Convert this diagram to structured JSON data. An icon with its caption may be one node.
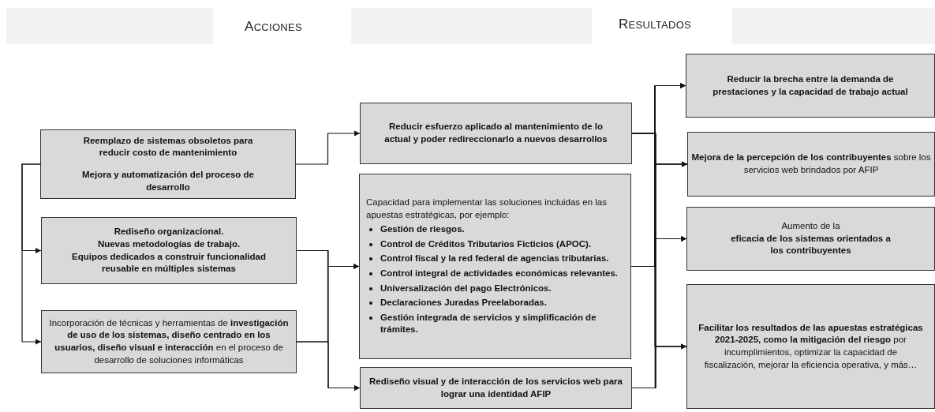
{
  "diagram": {
    "nodes": [
      {
        "text": [
          "Reemplazo de sistemas obsoletos para reducir costo de mantenimiento",
          "Mejora y automatización del proceso de desarrollo"
        ]
      },
      {
        "text": [
          "Rediseño organizacional.",
          "Nuevas metodologías de trabajo.",
          "Equipos dedicados a construir funcionalidad reusable en múltiples sistemas"
        ]
      },
      {
        "text": [
          "Incorporación de técnicas y herramientas de **investigación de uso de los sistemas, diseño centrado en los usuarios, diseño visual e interacción** en el proceso de desarrollo de soluciones informáticas"
        ]
      },
      {
        "text": [
          "Reducir esfuerzo aplicado al mantenimiento de lo actual y poder redireccionarlo a nuevos desarrollos"
        ]
      },
      {
        "text": [
          "Capacidad para implementar las soluciones incluidas en las apuestas estratégicas, por ejemplo:",
          "Gestión de riesgos.",
          "Control de Créditos Tributarios Ficticios (APOC).",
          "Control fiscal y la red federal de agencias tributarias.",
          "Control integral de actividades económicas relevantes.",
          "Universalización del pago Electrónicos.",
          "Declaraciones Juradas Preelaboradas.",
          "Gestión integrada de servicios y simplificación de trámites."
        ]
      },
      {
        "text": [
          "Rediseño visual y de interacción de los servicios web para lograr una identidad AFIP"
        ]
      },
      {
        "text": [
          "Reducir la brecha entre la demanda de prestaciones y la capacidad de trabajo actual"
        ]
      },
      {
        "text": [
          "**Mejora de la percepción de los contribuyentes** sobre los servicios web brindados por AFIP"
        ]
      },
      {
        "text": [
          "Aumento de la",
          "eficacia de los sistemas orientados a los contribuyentes"
        ]
      },
      {
        "text": [
          "**Facilitar los resultados de las apuestas estratégicas 2021-2025, como la mitigación del riesgo** por incumplimientos, optimizar la capacidad de fiscalización, mejorar la eficiencia operativa, y más…"
        ]
      }
    ],
    "edges": [
      {
        "from": 0,
        "to": 1,
        "arrow": "to"
      },
      {
        "from": 0,
        "to": 2,
        "arrow": "to"
      },
      {
        "from": 0,
        "to": 3,
        "arrow": "to"
      },
      {
        "from": 1,
        "to": 4,
        "arrow": "to"
      },
      {
        "from": 1,
        "to": 5,
        "arrow": "to"
      },
      {
        "from": 2,
        "to": 4,
        "arrow": "to"
      },
      {
        "from": 2,
        "to": 5,
        "arrow": "to"
      },
      {
        "from": 3,
        "to": 6,
        "arrow": "to"
      },
      {
        "from": 3,
        "to": 7,
        "arrow": "to"
      },
      {
        "from": 3,
        "to": 8,
        "arrow": "to"
      },
      {
        "from": 3,
        "to": 9,
        "arrow": "to"
      },
      {
        "from": 4,
        "to": 6,
        "arrow": "to"
      },
      {
        "from": 4,
        "to": 7,
        "arrow": "to"
      },
      {
        "from": 4,
        "to": 8,
        "arrow": "to"
      },
      {
        "from": 4,
        "to": 9,
        "arrow": "to"
      },
      {
        "from": 5,
        "to": 6,
        "arrow": "to"
      },
      {
        "from": 5,
        "to": 7,
        "arrow": "to"
      },
      {
        "from": 5,
        "to": 8,
        "arrow": "to"
      },
      {
        "from": 5,
        "to": 9,
        "arrow": "to"
      }
    ],
    "labels": [
      "ACCIONES",
      "RESULTADOS"
    ]
  }
}
